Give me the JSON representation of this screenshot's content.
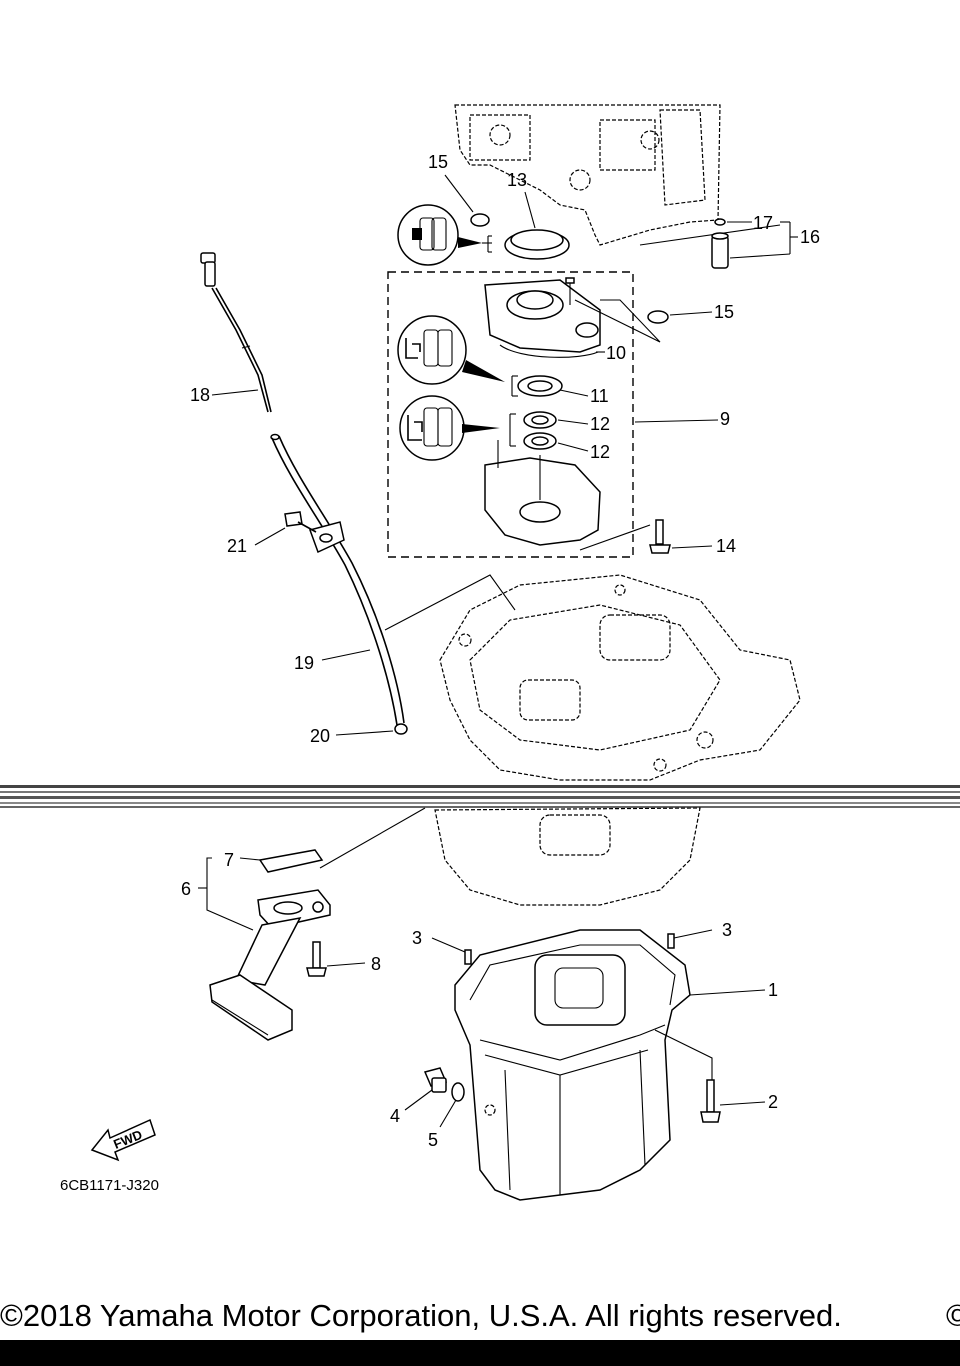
{
  "diagram": {
    "drawing_code": "6CB1171-J320",
    "fwd_label": "FWD",
    "copyright": "©2018 Yamaha Motor Corporation, U.S.A. All rights reserved.",
    "copyright_trailing": "©",
    "callouts": {
      "c1": "1",
      "c2": "2",
      "c3a": "3",
      "c3b": "3",
      "c4": "4",
      "c5": "5",
      "c6": "6",
      "c7": "7",
      "c8": "8",
      "c9": "9",
      "c10": "10",
      "c11": "11",
      "c12a": "12",
      "c12b": "12",
      "c13": "13",
      "c14": "14",
      "c15a": "15",
      "c15b": "15",
      "c16": "16",
      "c17": "17",
      "c18": "18",
      "c19": "19",
      "c20": "20",
      "c21": "21"
    },
    "line_color": "#000000",
    "background": "#ffffff"
  }
}
